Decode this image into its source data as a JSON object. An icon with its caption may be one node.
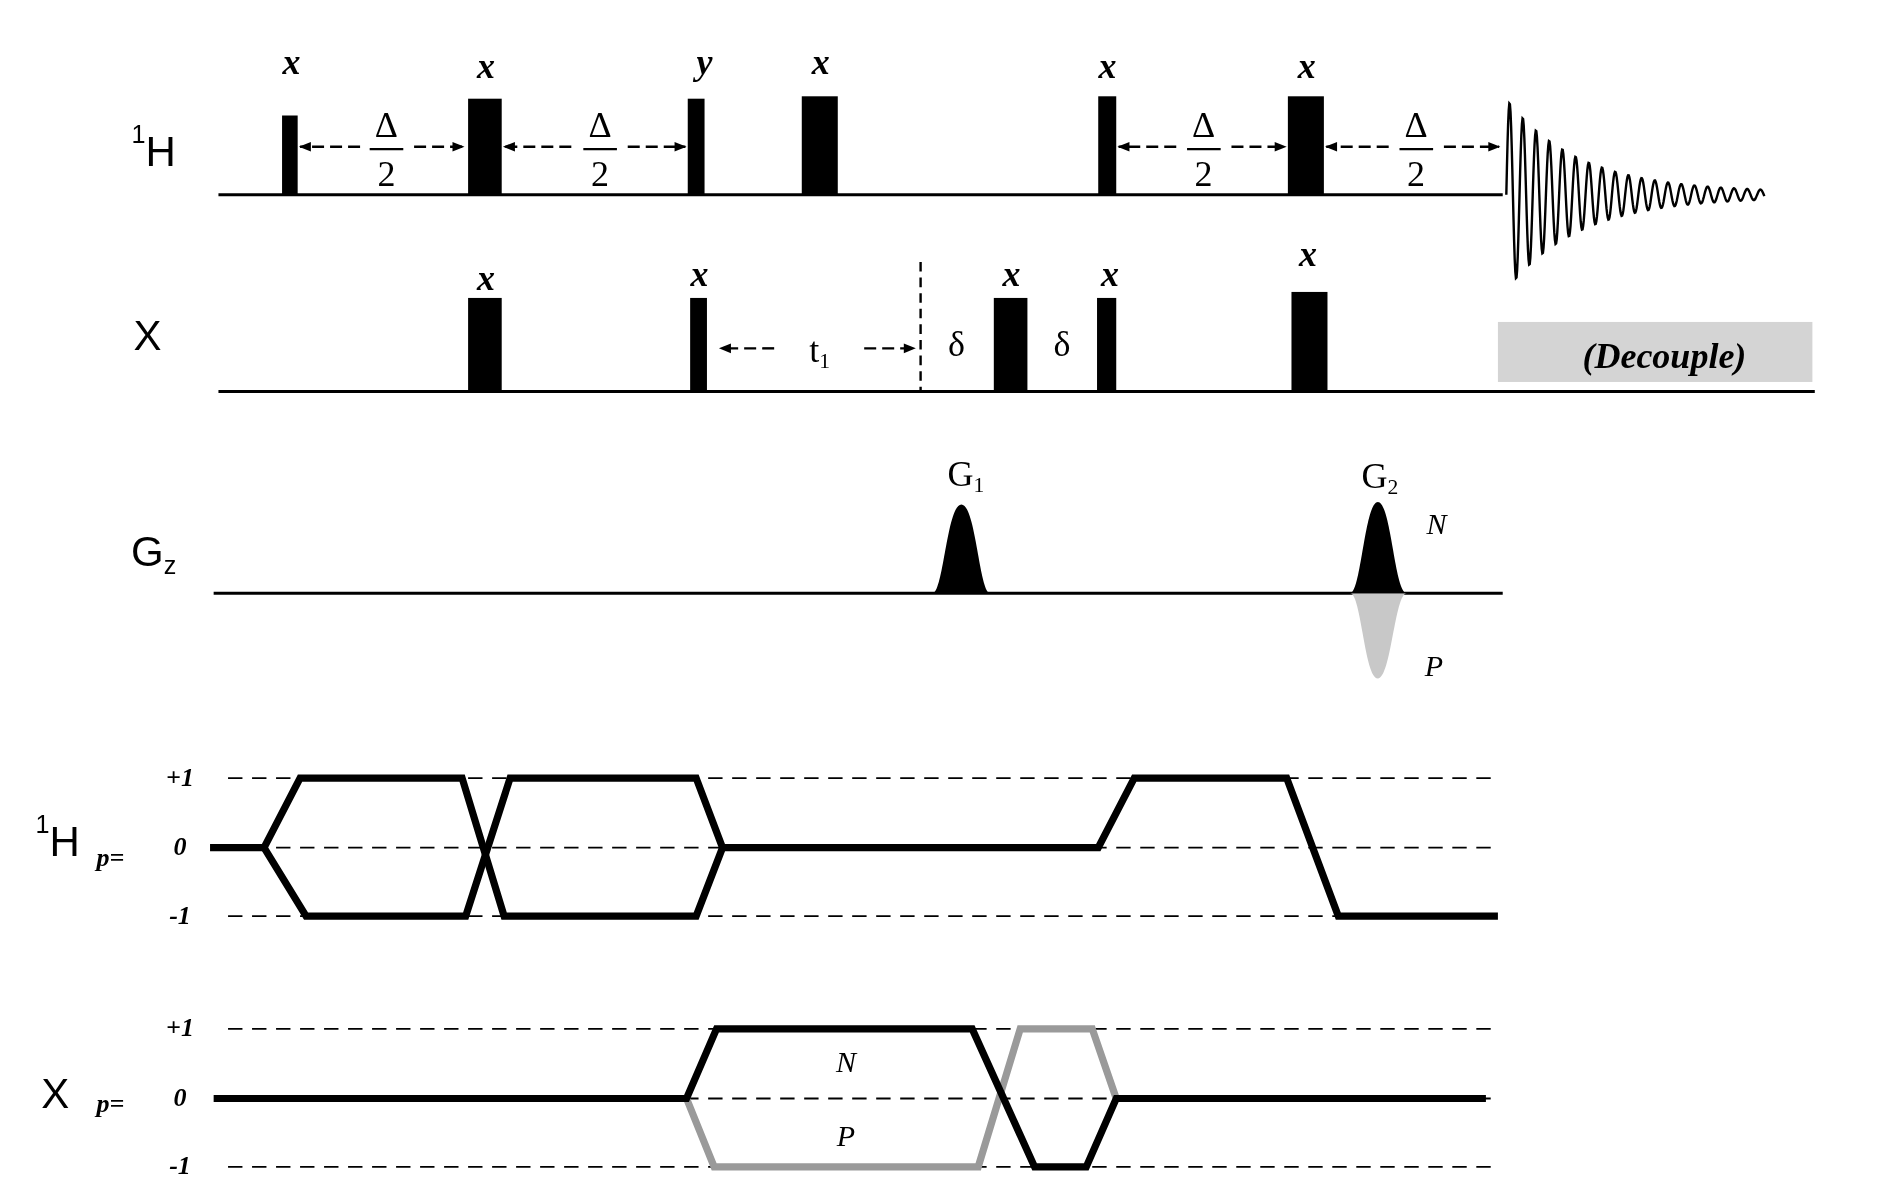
{
  "diagram": {
    "labels": [
      "x",
      "x",
      "y",
      "x",
      "x",
      "x",
      "$^{1}$H",
      "Δ",
      "2",
      "Δ",
      "2",
      "Δ",
      "2",
      "Δ",
      "2",
      "x",
      "x",
      "x",
      "x",
      "x",
      "X",
      "t$_{1}$",
      "δ",
      "δ",
      "(Decouple)",
      "G$_{1}$",
      "G$_{2}$",
      "G$_{z}$",
      "N",
      "P",
      "+1",
      "$^{1}$H",
      "p=",
      "0",
      "-1",
      "+1",
      "N",
      "X",
      "p=",
      "0",
      "P",
      "-1"
    ]
  }
}
